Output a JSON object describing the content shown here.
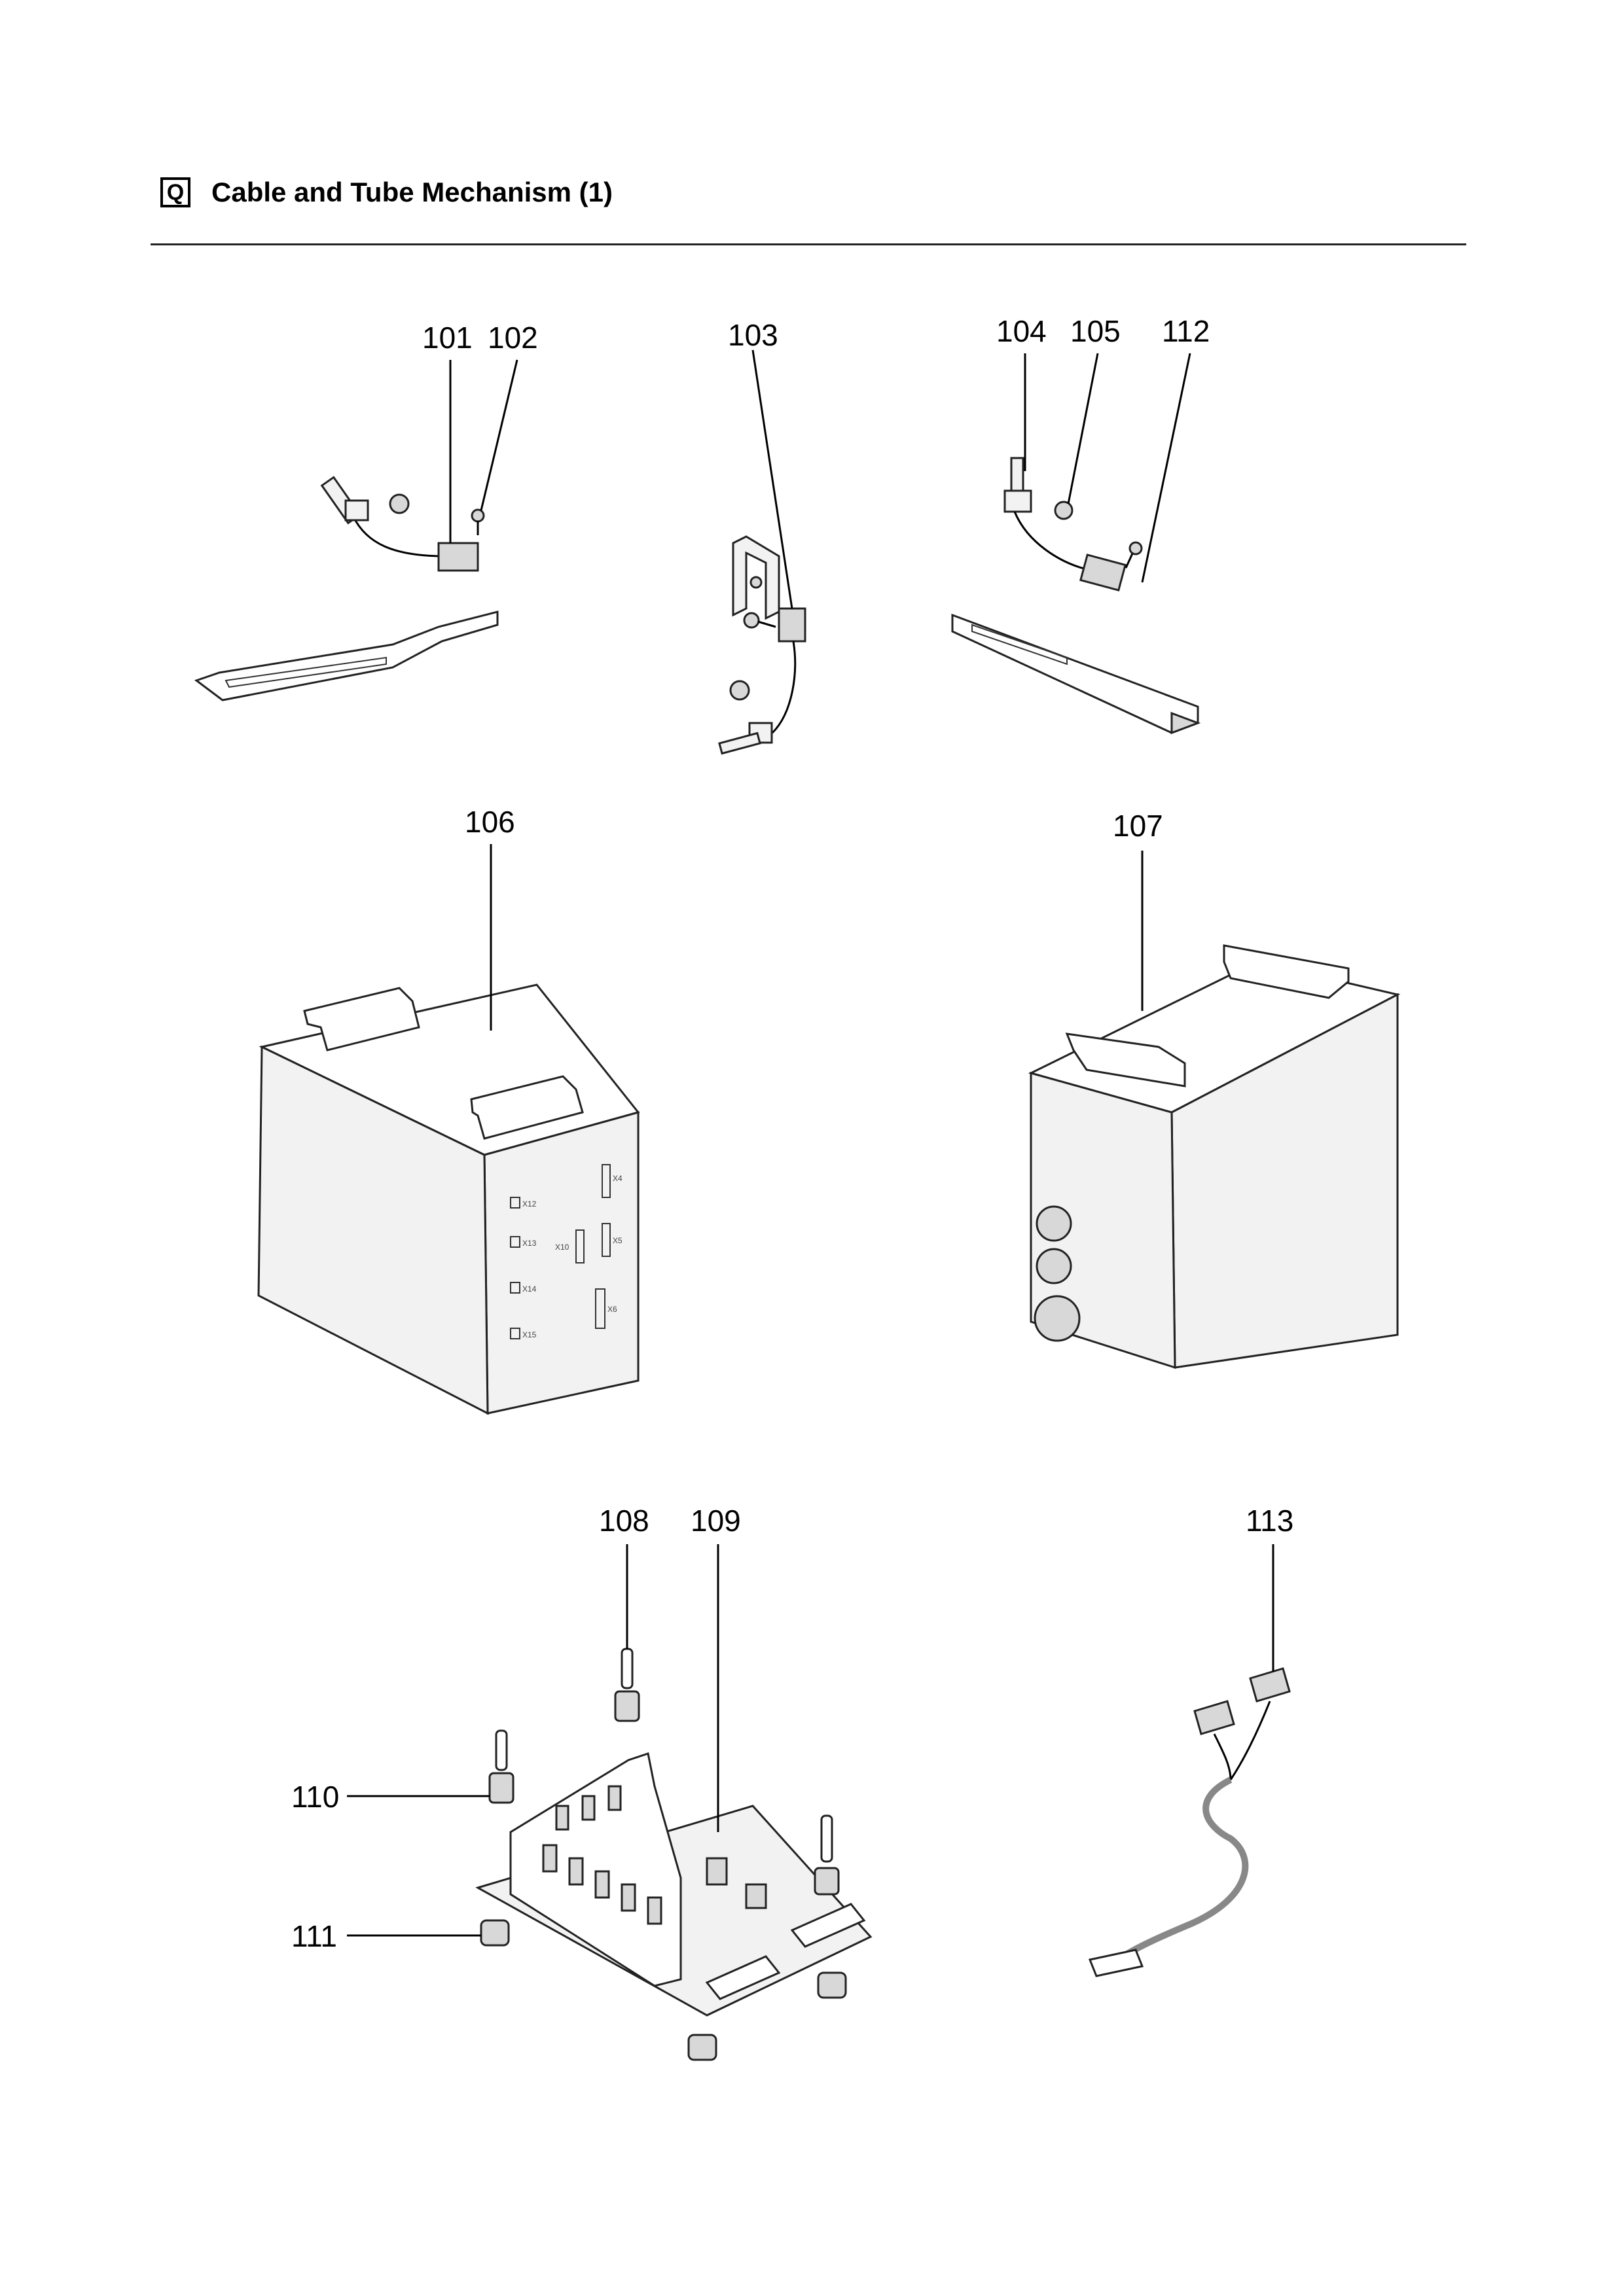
{
  "header": {
    "section_letter": "Q",
    "title": "Cable and Tube Mechanism (1)"
  },
  "callouts": {
    "c101": "101",
    "c102": "102",
    "c103": "103",
    "c104": "104",
    "c105": "105",
    "c106": "106",
    "c107": "107",
    "c108": "108",
    "c109": "109",
    "c110": "110",
    "c111": "111",
    "c112": "112",
    "c113": "113"
  },
  "box_labels": {
    "x12": "X12",
    "x13": "X13",
    "x14": "X14",
    "x15": "X15",
    "x10": "X10",
    "x5": "X5",
    "x4": "X4",
    "x6": "X6"
  }
}
